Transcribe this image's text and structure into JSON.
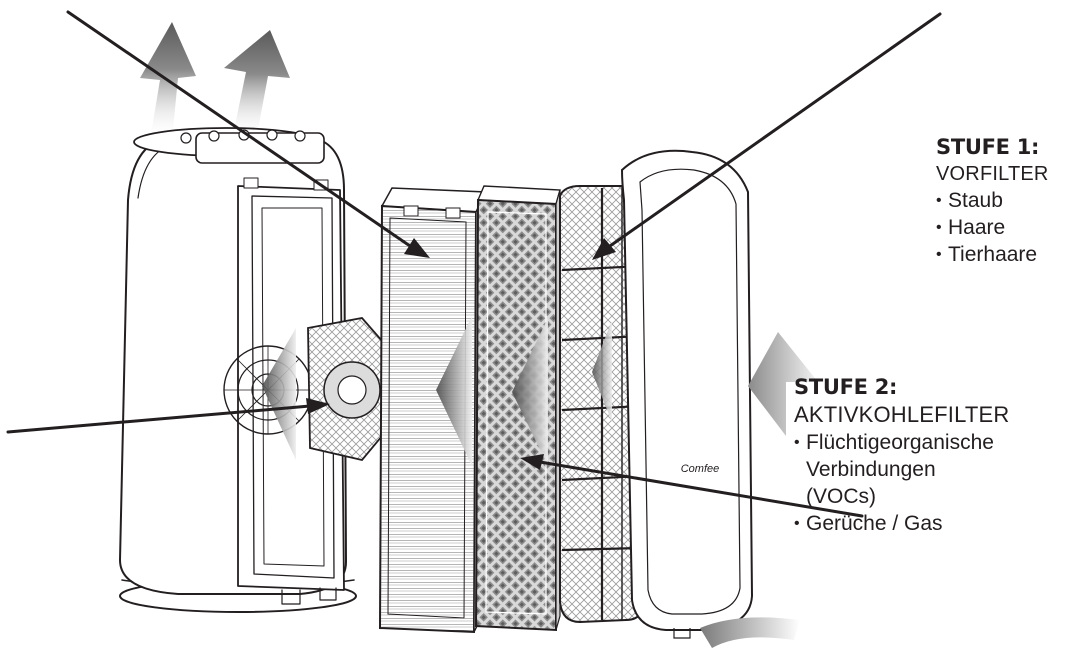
{
  "stage1": {
    "title": "STUFE 1:",
    "filter": "VORFILTER",
    "items": [
      "Staub",
      "Haare",
      "Tierhaare"
    ]
  },
  "stage2": {
    "title": "STUFE 2:",
    "filter": "AKTIVKOHLEFILTER",
    "items": [
      [
        "Flüchtigeorganische",
        "Verbindungen",
        "(VOCs)"
      ],
      [
        "Gerüche / Gas"
      ]
    ]
  },
  "emblem": "Comfee",
  "colors": {
    "line": "#231f20",
    "arrow_dark": "#555555",
    "arrow_light": "#d8d8d8",
    "text": "#231f20"
  }
}
